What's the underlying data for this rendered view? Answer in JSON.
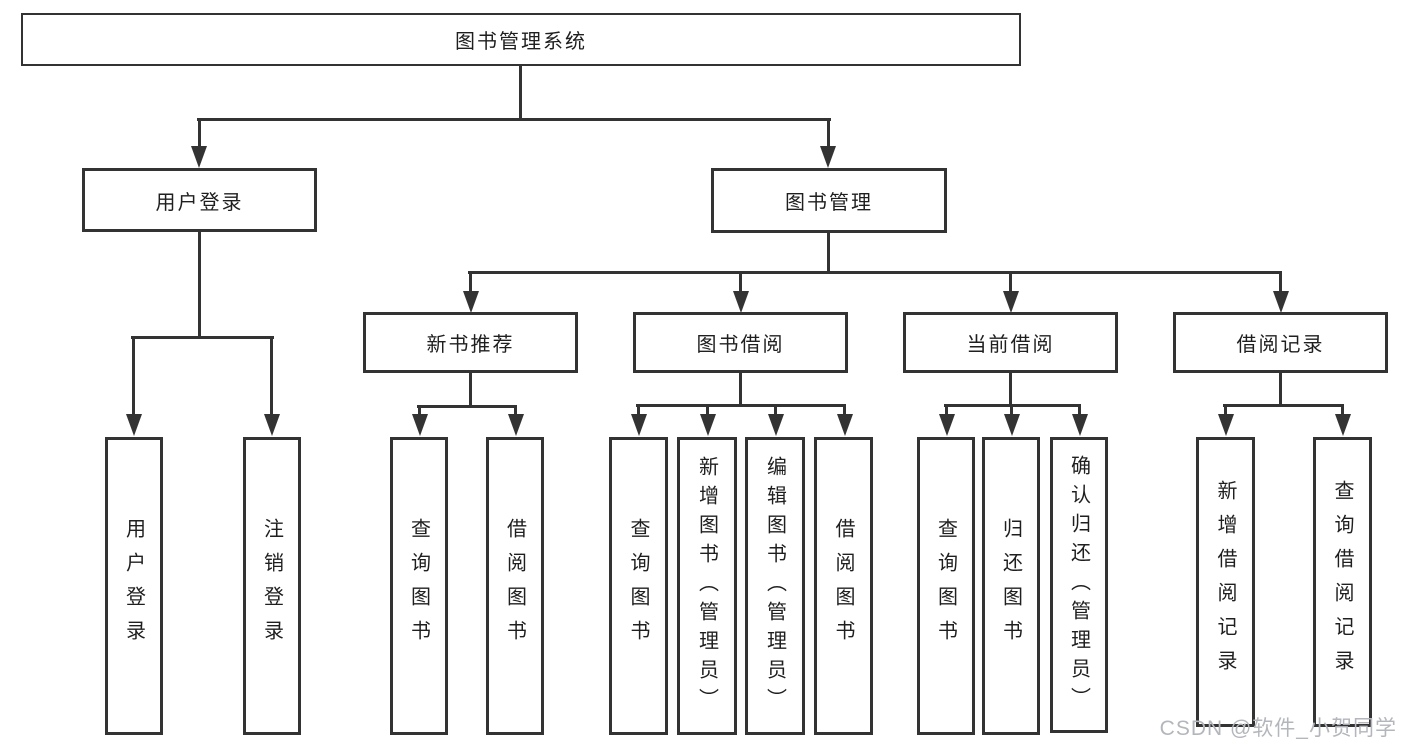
{
  "diagram": {
    "root": {
      "label": "图书管理系统"
    },
    "level2": [
      {
        "label": "用户登录"
      },
      {
        "label": "图书管理"
      }
    ],
    "level3": [
      {
        "label": "新书推荐"
      },
      {
        "label": "图书借阅"
      },
      {
        "label": "当前借阅"
      },
      {
        "label": "借阅记录"
      }
    ],
    "leaves": {
      "login": [
        {
          "label": "用户登录"
        },
        {
          "label": "注销登录"
        }
      ],
      "recommend": [
        {
          "label": "查询图书"
        },
        {
          "label": "借阅图书"
        }
      ],
      "borrow": [
        {
          "label": "查询图书"
        },
        {
          "label": "新增图书（管理员）"
        },
        {
          "label": "编辑图书（管理员）"
        },
        {
          "label": "借阅图书"
        }
      ],
      "current": [
        {
          "label": "查询图书"
        },
        {
          "label": "归还图书"
        },
        {
          "label": "确认归还（管理员）"
        }
      ],
      "record": [
        {
          "label": "新增借阅记录"
        },
        {
          "label": "查询借阅记录"
        }
      ]
    }
  },
  "watermark": {
    "text": "CSDN @软件_小贺同学"
  },
  "colors": {
    "line": "#333333",
    "text": "#1f1f1f",
    "watermark": "#b3b6bb",
    "background": "#ffffff"
  }
}
